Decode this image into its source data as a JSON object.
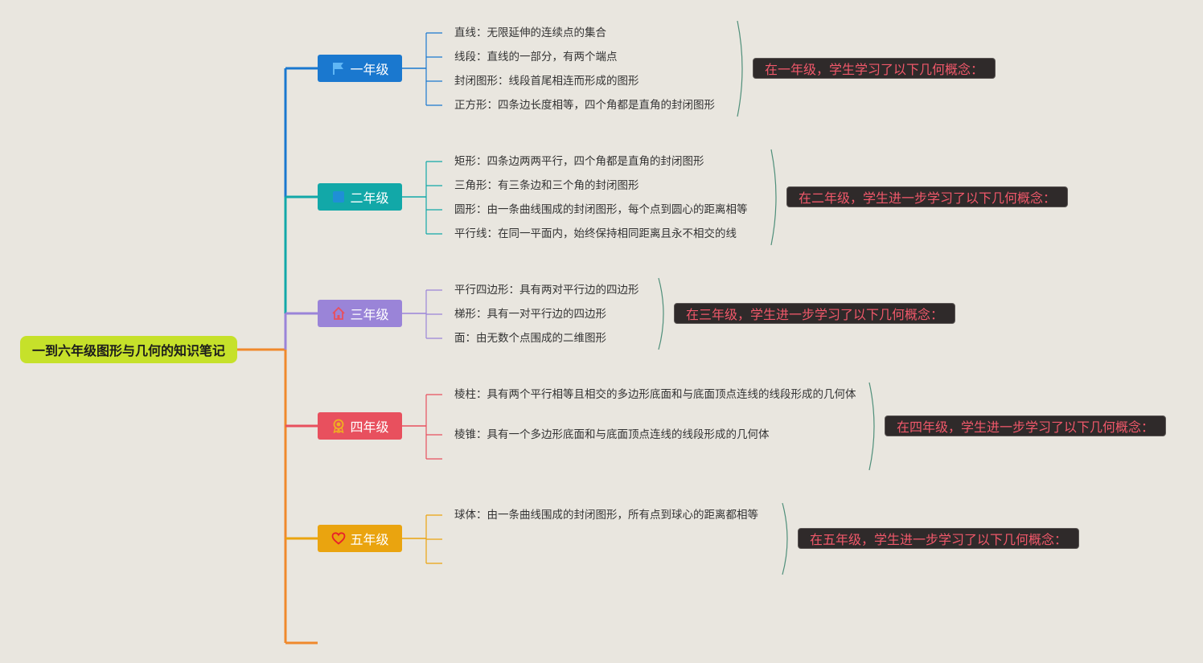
{
  "root": {
    "label": "一到六年级图形与几何的知识笔记",
    "color": "#c6e12a"
  },
  "grades": [
    {
      "label": "一年级",
      "icon": "flag-icon",
      "color": "#1a78cf",
      "items": [
        "直线：无限延伸的连续点的集合",
        "线段：直线的一部分，有两个端点",
        "封闭图形：线段首尾相连而形成的图形",
        "正方形：四条边长度相等，四个角都是直角的封闭图形"
      ],
      "summary": "在一年级，学生学习了以下几何概念："
    },
    {
      "label": "二年级",
      "icon": "square-icon",
      "color": "#12a8a8",
      "items": [
        "矩形：四条边两两平行，四个角都是直角的封闭图形",
        "三角形：有三条边和三个角的封闭图形",
        "圆形：由一条曲线围成的封闭图形，每个点到圆心的距离相等",
        "平行线：在同一平面内，始终保持相同距离且永不相交的线"
      ],
      "summary": "在二年级，学生进一步学习了以下几何概念："
    },
    {
      "label": "三年级",
      "icon": "home-icon",
      "color": "#9a84d8",
      "items": [
        "平行四边形：具有两对平行边的四边形",
        "梯形：具有一对平行边的四边形",
        "面：由无数个点围成的二维图形"
      ],
      "summary": "在三年级，学生进一步学习了以下几何概念："
    },
    {
      "label": "四年级",
      "icon": "award-icon",
      "color": "#e8505e",
      "items": [
        "棱柱：具有两个平行相等且相交的多边形底面和与底面顶点连线的线段形成的几何体",
        "棱锥：具有一个多边形底面和与底面顶点连线的线段形成的几何体"
      ],
      "summary": "在四年级，学生进一步学习了以下几何概念："
    },
    {
      "label": "五年级",
      "icon": "heart-icon",
      "color": "#eaa40f",
      "items": [
        "球体：由一条曲线围成的封闭图形，所有点到球心的距离都相等"
      ],
      "summary": "在五年级，学生进一步学习了以下几何概念："
    }
  ]
}
